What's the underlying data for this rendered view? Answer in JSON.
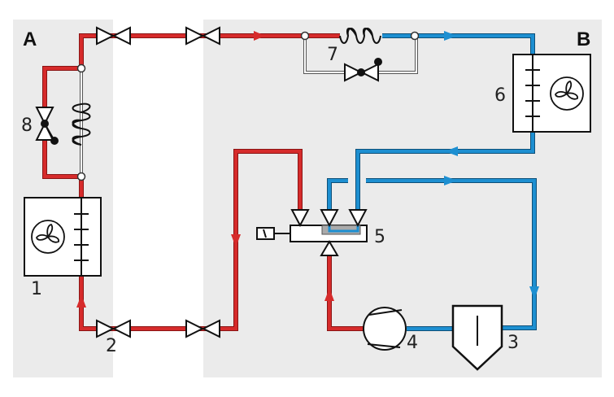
{
  "zones": {
    "a": "A",
    "b": "B"
  },
  "components": {
    "c1": "1",
    "c2": "2",
    "c3": "3",
    "c4": "4",
    "c5": "5",
    "c6": "6",
    "c7": "7",
    "c8": "8"
  },
  "colors": {
    "hot_line": "#d62b2b",
    "cold_line": "#1d8fd1",
    "zone_background": "#ebebeb",
    "outline": "#111111"
  }
}
